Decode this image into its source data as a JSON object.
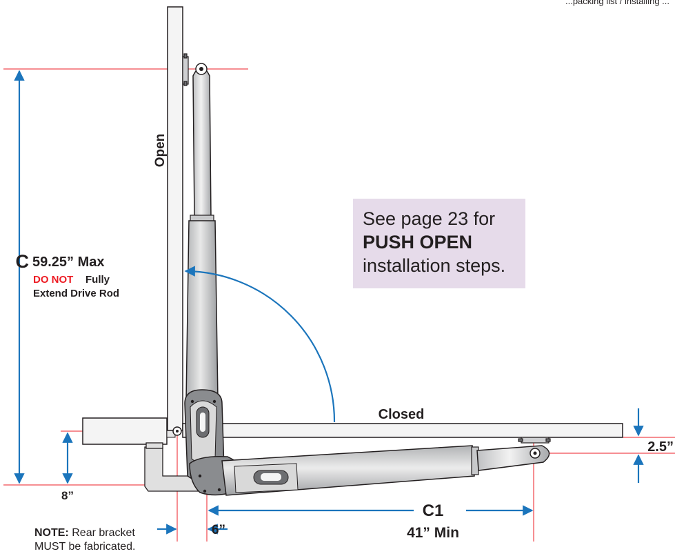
{
  "header": {
    "text": "...packing list / installing ..."
  },
  "labels": {
    "open": "Open",
    "closed": "Closed",
    "c_letter": "C",
    "c_value": "59.25” Max",
    "warning_red": "DO NOT",
    "warning_rest": "Fully",
    "warning_line2": "Extend Drive Rod",
    "c1_letter": "C1",
    "c1_value": "41” Min",
    "dim_8": "8”",
    "dim_6": "6”",
    "dim_2_5": "2.5”"
  },
  "callout": {
    "line1": "See page 23 for",
    "line2": "PUSH OPEN",
    "line3": "installation steps."
  },
  "note": {
    "lead": "NOTE:",
    "line1_rest": "Rear bracket",
    "line2": "MUST be fabricated."
  },
  "colors": {
    "dimension_blue": "#1b75bc",
    "reference_red": "#ed1c24",
    "warning_red": "#ed1c24",
    "outline": "#231f20",
    "gate_fill": "#f4f4f4",
    "actuator_light": "#dcdcdc",
    "actuator_dark": "#6d6e71",
    "callout_fill": "#e6dbea"
  }
}
